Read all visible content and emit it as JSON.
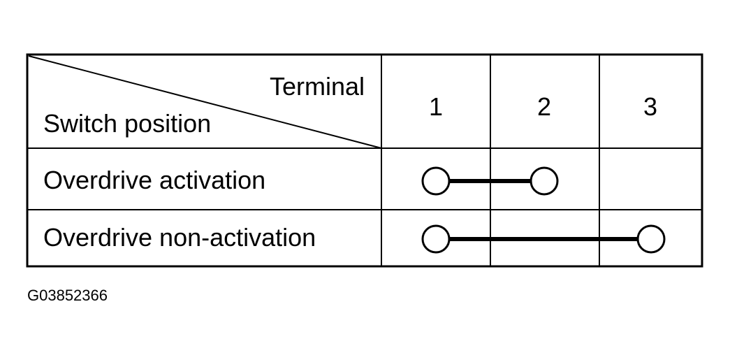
{
  "table": {
    "header": {
      "corner_top": "Terminal",
      "corner_bottom": "Switch position",
      "terminals": [
        "1",
        "2",
        "3"
      ]
    },
    "rows": [
      {
        "label": "Overdrive activation",
        "connects_terminals": [
          1,
          2
        ]
      },
      {
        "label": "Overdrive non-activation",
        "connects_terminals": [
          1,
          3
        ]
      }
    ]
  },
  "figure_id": "G03852366",
  "colors": {
    "line": "#000000",
    "background": "#ffffff"
  }
}
